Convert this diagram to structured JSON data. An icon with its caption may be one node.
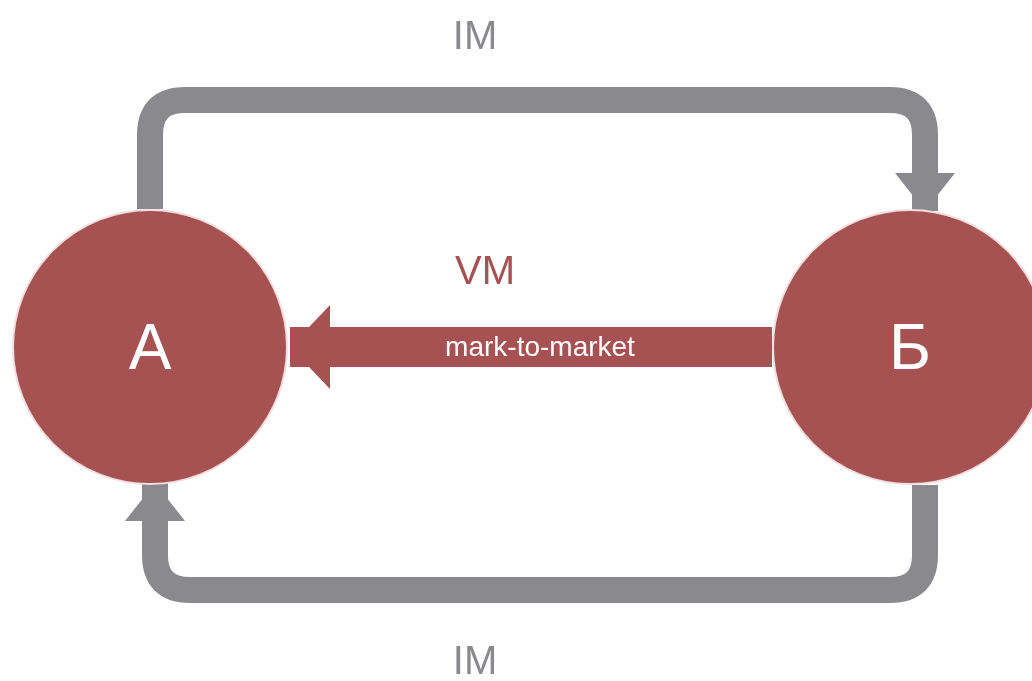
{
  "diagram": {
    "nodes": [
      {
        "text": [
          "А"
        ]
      },
      {
        "text": [
          "Б"
        ]
      }
    ],
    "edges": [
      {
        "from": 0,
        "to": 1,
        "arrow": "to",
        "label": "IM"
      },
      {
        "from": 1,
        "to": 0,
        "arrow": "to",
        "label": "mark-to-market",
        "color": "#a65253"
      },
      {
        "from": 1,
        "to": 0,
        "arrow": "to",
        "label": "IM"
      }
    ],
    "labels": [
      "VM"
    ]
  }
}
